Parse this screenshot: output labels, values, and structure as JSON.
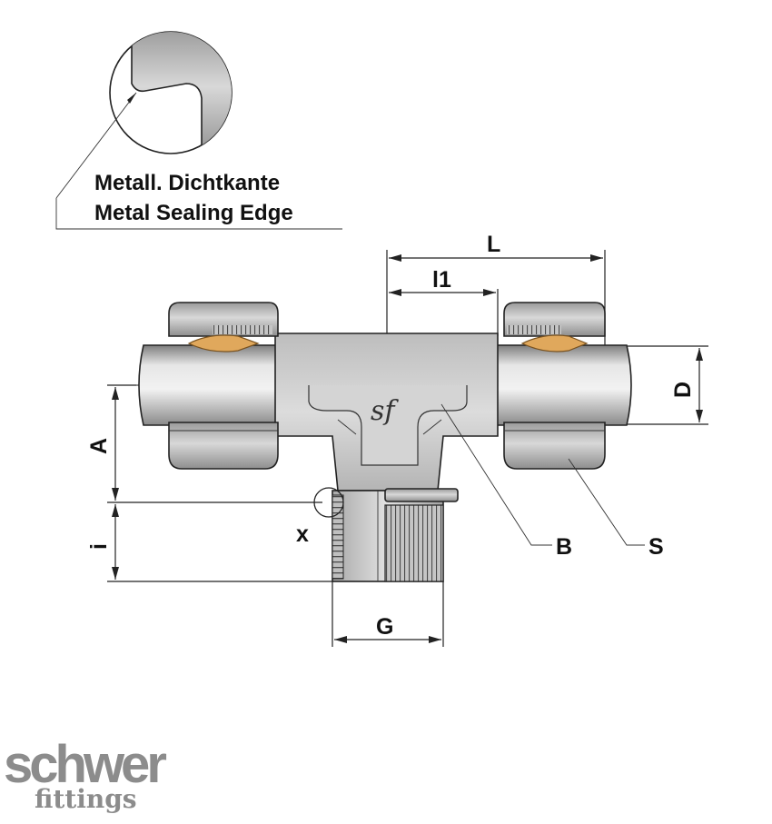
{
  "detail_callout": {
    "line_de": "Metall. Dichtkante",
    "line_en": "Metal Sealing Edge",
    "detail_mark": "x"
  },
  "dimensions": {
    "overall_length": "L",
    "half_length": "l1",
    "tube_diameter": "D",
    "height_a": "A",
    "thread_length": "i",
    "thread_size": "G"
  },
  "part_labels": {
    "body": "B",
    "nut": "S"
  },
  "body_engraving": "sf",
  "logo": {
    "brand_main": "schwer",
    "brand_sub": "fittings"
  },
  "colors": {
    "metal_body": "#c9c9c9",
    "nut_shade": "#a8a8a8",
    "sealing_ring": "#e0a85c",
    "logo_gray": "#8c8c8c"
  }
}
